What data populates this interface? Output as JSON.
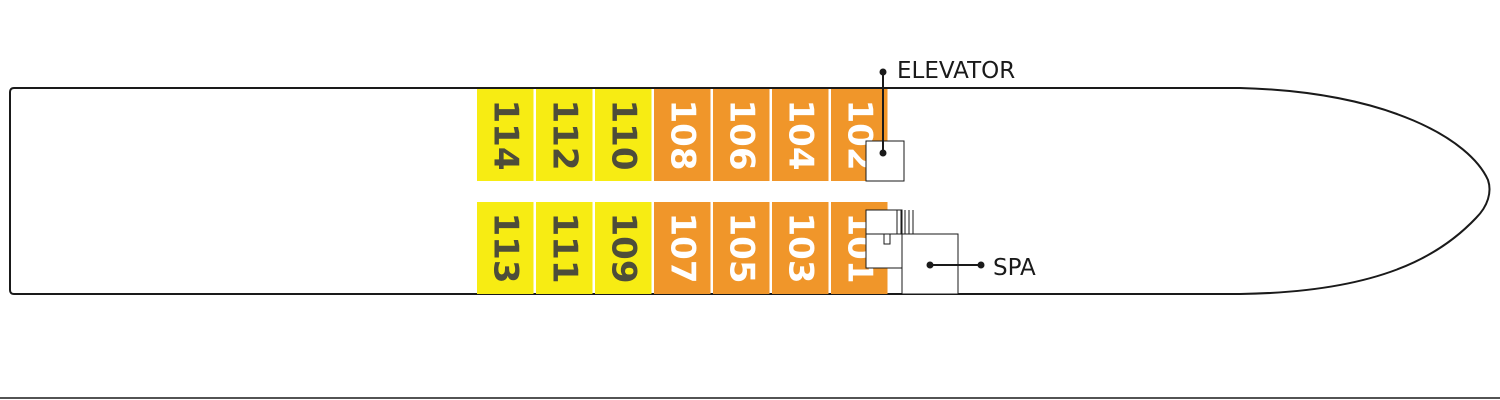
{
  "deck": {
    "cabins_top": [
      {
        "number": "114",
        "category": "standard"
      },
      {
        "number": "112",
        "category": "standard"
      },
      {
        "number": "110",
        "category": "standard"
      },
      {
        "number": "108",
        "category": "premium"
      },
      {
        "number": "106",
        "category": "premium"
      },
      {
        "number": "104",
        "category": "premium"
      },
      {
        "number": "102",
        "category": "premium"
      }
    ],
    "cabins_bottom": [
      {
        "number": "113",
        "category": "standard"
      },
      {
        "number": "111",
        "category": "standard"
      },
      {
        "number": "109",
        "category": "standard"
      },
      {
        "number": "107",
        "category": "premium"
      },
      {
        "number": "105",
        "category": "premium"
      },
      {
        "number": "103",
        "category": "premium"
      },
      {
        "number": "101",
        "category": "premium"
      }
    ],
    "labels": {
      "elevator": "ELEVATOR",
      "spa": "SPA"
    }
  },
  "colors": {
    "standard_fill": "#f7ec13",
    "standard_text": "#4d4d3a",
    "premium_fill": "#f0962a",
    "premium_text": "#ffffff",
    "outline": "#1a1a1a"
  }
}
